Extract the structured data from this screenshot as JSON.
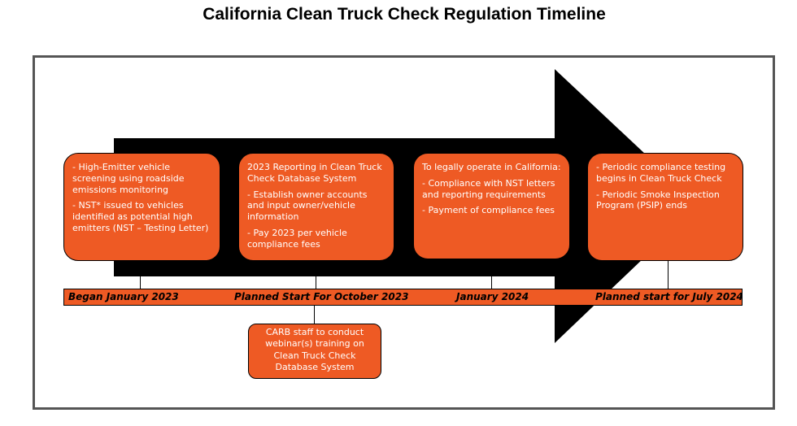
{
  "title": "California Clean Truck Check Regulation Timeline",
  "colors": {
    "box_fill": "#ee5a24",
    "arrow": "#000000",
    "frame_border": "#555555"
  },
  "boxes": [
    {
      "lines": [
        "- High-Emitter vehicle screening using roadside emissions monitoring",
        "- NST* issued to vehicles identified as potential high emitters (NST – Testing Letter)"
      ]
    },
    {
      "lines": [
        "2023 Reporting in Clean Truck Check Database System",
        "- Establish owner accounts and input owner/vehicle information",
        "- Pay 2023 per vehicle compliance fees"
      ]
    },
    {
      "lines": [
        "To legally operate in California:",
        "- Compliance with NST letters and reporting requirements",
        "- Payment of compliance fees"
      ]
    },
    {
      "lines": [
        "- Periodic compliance testing begins in Clean Truck Check",
        "- Periodic Smoke Inspection Program (PSIP) ends"
      ]
    }
  ],
  "milestones": [
    "Began January 2023",
    "Planned Start For October 2023",
    "January 2024",
    "Planned start for July 2024"
  ],
  "webinar": "CARB staff to conduct webinar(s) training on Clean Truck Check Database System"
}
